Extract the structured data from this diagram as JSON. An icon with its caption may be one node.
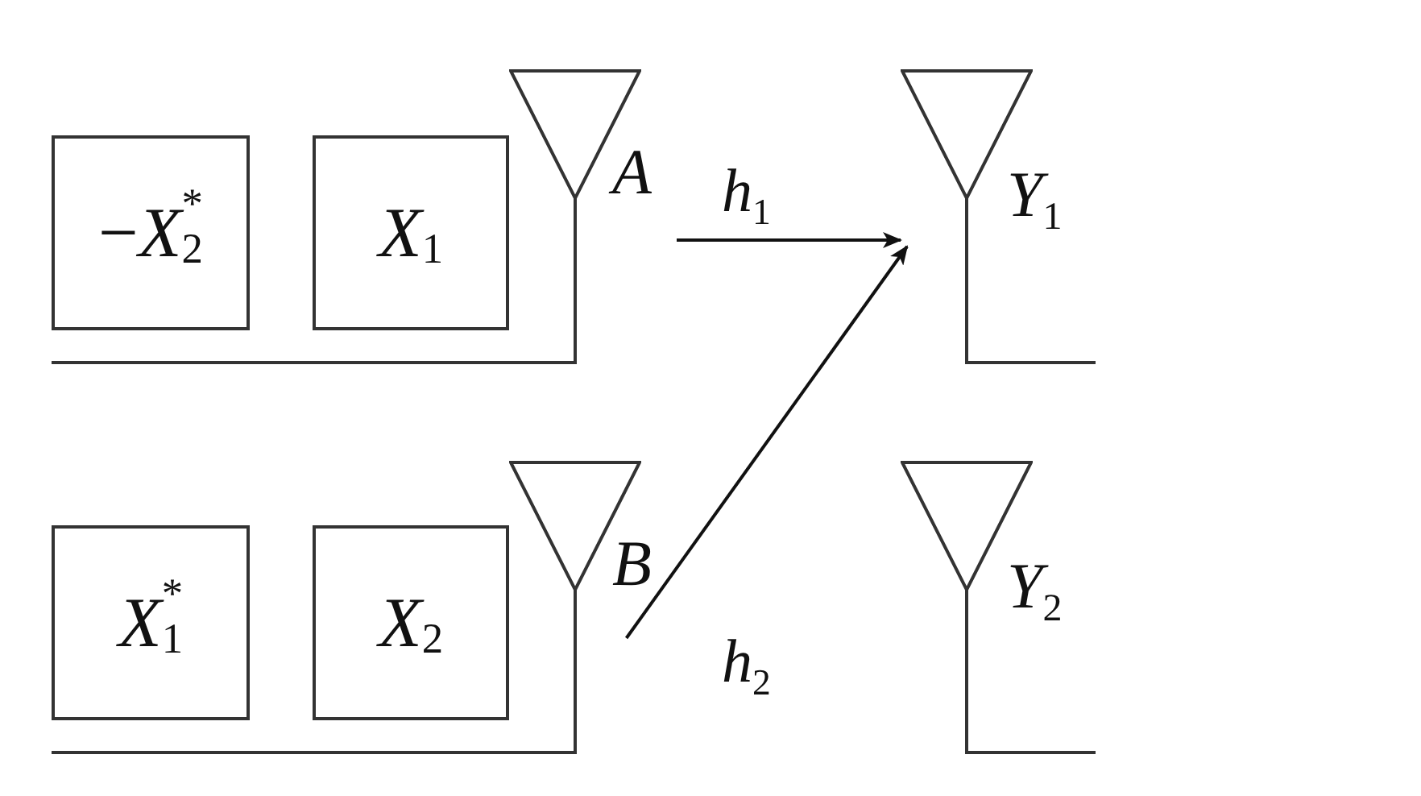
{
  "diagram": {
    "nodes": [
      {
        "text": [
          "−*X*$^{*}$$_{2}$"
        ]
      },
      {
        "text": [
          "*X*$_{1}$"
        ]
      },
      {
        "text": [
          "*A*"
        ]
      },
      {
        "text": [
          "*X*$^{*}$$_{1}$"
        ]
      },
      {
        "text": [
          "*X*$_{2}$"
        ]
      },
      {
        "text": [
          "*B*"
        ]
      },
      {
        "text": [
          "*Y*$_{1}$"
        ]
      },
      {
        "text": [
          "*Y*$_{2}$"
        ]
      }
    ],
    "edges": [
      {
        "from": 2,
        "to": 6,
        "arrow": "to",
        "label": "*h*$_{1}$"
      },
      {
        "from": 5,
        "to": 6,
        "arrow": "to",
        "label": "*h*$_{2}$"
      }
    ]
  }
}
